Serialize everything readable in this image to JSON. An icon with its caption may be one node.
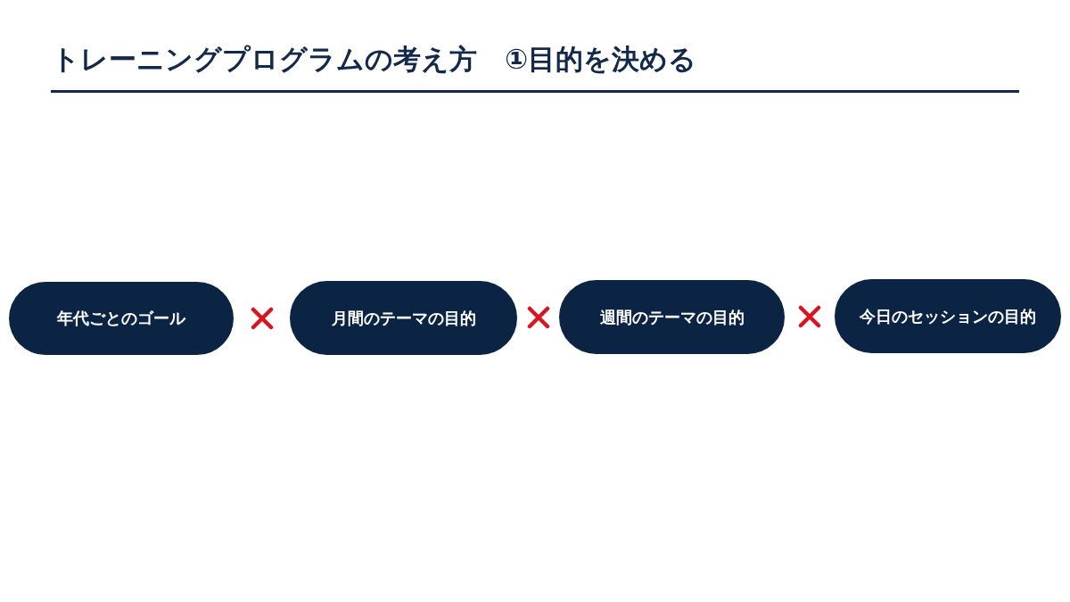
{
  "diagram": {
    "title": "トレーニングプログラムの考え方　①目的を決める",
    "nodes": [
      {
        "text": [
          "年代ごとのゴール"
        ]
      },
      {
        "text": [
          "月間のテーマの目的"
        ]
      },
      {
        "text": [
          "週間のテーマの目的"
        ]
      },
      {
        "text": [
          "今日のセッションの目的"
        ]
      }
    ]
  }
}
